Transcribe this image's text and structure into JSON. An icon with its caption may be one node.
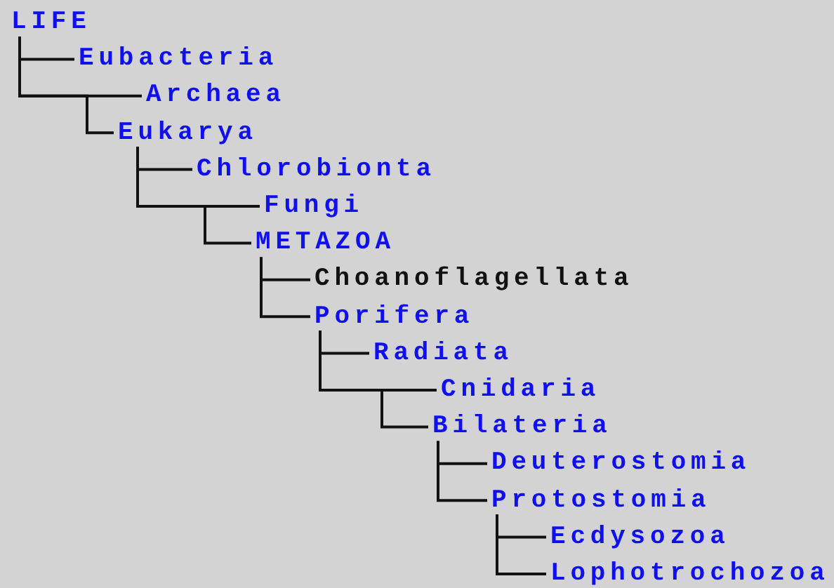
{
  "diagram": {
    "nodes": [
      {
        "text": [
          "LIFE"
        ]
      },
      {
        "text": [
          "Eubacteria"
        ]
      },
      {
        "text": [
          "Archaea"
        ]
      },
      {
        "text": [
          "Eukarya"
        ]
      },
      {
        "text": [
          "Chlorobionta"
        ]
      },
      {
        "text": [
          "Fungi"
        ]
      },
      {
        "text": [
          "METAZOA"
        ]
      },
      {
        "text": [
          "Choanoflagellata"
        ]
      },
      {
        "text": [
          "Porifera"
        ]
      },
      {
        "text": [
          "Radiata"
        ]
      },
      {
        "text": [
          "Cnidaria"
        ]
      },
      {
        "text": [
          "Bilateria"
        ]
      },
      {
        "text": [
          "Deuterostomia"
        ]
      },
      {
        "text": [
          "Protostomia"
        ]
      },
      {
        "text": [
          "Ecdysozoa"
        ]
      },
      {
        "text": [
          "Lophotrochozoa"
        ]
      }
    ],
    "edges": [
      {
        "from": 0,
        "to": 1,
        "arrow": "none"
      },
      {
        "from": 0,
        "to": 2,
        "arrow": "none"
      },
      {
        "from": 0,
        "to": 3,
        "arrow": "none"
      },
      {
        "from": 3,
        "to": 4,
        "arrow": "none"
      },
      {
        "from": 3,
        "to": 5,
        "arrow": "none"
      },
      {
        "from": 3,
        "to": 6,
        "arrow": "none"
      },
      {
        "from": 6,
        "to": 7,
        "arrow": "none"
      },
      {
        "from": 6,
        "to": 8,
        "arrow": "none"
      },
      {
        "from": 8,
        "to": 9,
        "arrow": "none"
      },
      {
        "from": 8,
        "to": 10,
        "arrow": "none"
      },
      {
        "from": 8,
        "to": 11,
        "arrow": "none"
      },
      {
        "from": 11,
        "to": 12,
        "arrow": "none"
      },
      {
        "from": 11,
        "to": 13,
        "arrow": "none"
      },
      {
        "from": 13,
        "to": 14,
        "arrow": "none"
      },
      {
        "from": 13,
        "to": 15,
        "arrow": "none"
      }
    ]
  }
}
